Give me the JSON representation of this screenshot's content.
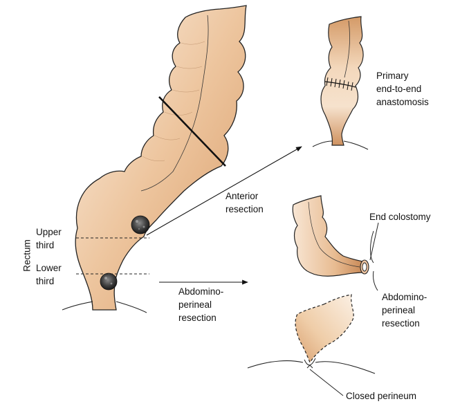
{
  "colors": {
    "tissue_light": "#f6e6d6",
    "tissue_mid": "#e6b68c",
    "tissue_dark": "#c98d5c",
    "outline": "#222222",
    "tumour": "#3d3d3d"
  },
  "labels": {
    "rectum": "Rectum",
    "upper_third": [
      "Upper",
      "third"
    ],
    "lower_third": [
      "Lower",
      "third"
    ],
    "anterior_resection": [
      "Anterior",
      "resection"
    ],
    "abdominoperineal_left": [
      "Abdomino-",
      "perineal",
      "resection"
    ],
    "primary_anastomosis": [
      "Primary",
      "end-to-end",
      "anastomosis"
    ],
    "end_colostomy": "End colostomy",
    "abdominoperineal_right": [
      "Abdomino-",
      "perineal",
      "resection"
    ],
    "closed_perineum": "Closed perineum"
  }
}
